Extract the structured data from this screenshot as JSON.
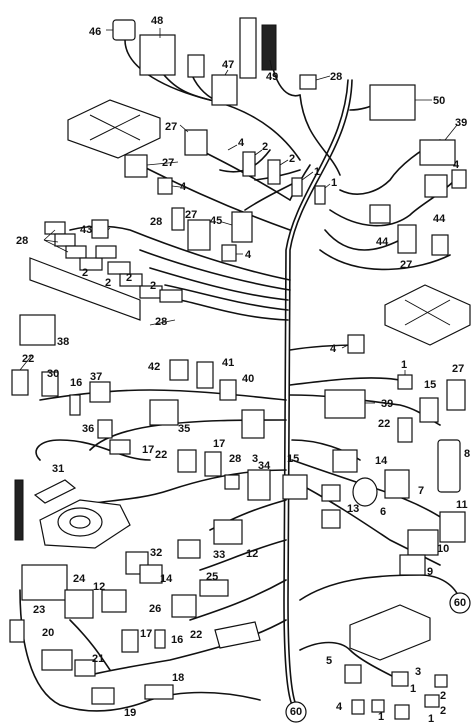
{
  "callouts": {
    "c46": "46",
    "c48": "48",
    "c47": "47",
    "c49": "49",
    "c28a": "28",
    "c50": "50",
    "c27a": "27",
    "c4a": "4",
    "c2a": "2",
    "c2b": "2",
    "c1a": "1",
    "c1b": "1",
    "c39a": "39",
    "c27b": "27",
    "c4b": "4",
    "c4c": "4",
    "c44a": "44",
    "c43": "43",
    "c45": "45",
    "c28b": "28",
    "c27c": "27",
    "c4d": "4",
    "c44b": "44",
    "c27d": "27",
    "c28c": "28",
    "c2c": "2",
    "c2d": "2",
    "c2e": "2",
    "c2f": "2",
    "c38": "38",
    "c28d": "28",
    "c4e": "4",
    "c1c": "1",
    "c22a": "22",
    "c30": "30",
    "c16a": "16",
    "c37": "37",
    "c42": "42",
    "c41": "41",
    "c40": "40",
    "c15a": "15",
    "c27e": "27",
    "c39b": "39",
    "c36": "36",
    "c35": "35",
    "c17a": "17",
    "c22b": "22",
    "c8": "8",
    "c22c": "22",
    "c17b": "17",
    "c28e": "28",
    "c3a": "3",
    "c34": "34",
    "c15b": "15",
    "c14a": "14",
    "c31": "31",
    "c13": "13",
    "c7": "7",
    "c11": "11",
    "c6": "6",
    "c10": "10",
    "c32": "32",
    "c33": "33",
    "c12a": "12",
    "c9": "9",
    "c24": "24",
    "c12b": "12",
    "c14b": "14",
    "c25": "25",
    "c23": "23",
    "c26": "26",
    "c17c": "17",
    "c16b": "16",
    "c22d": "22",
    "c20": "20",
    "c21": "21",
    "c18": "18",
    "c19": "19",
    "c5": "5",
    "c3b": "3",
    "c1d": "1",
    "c2g": "2",
    "c4f": "4",
    "c1e": "1",
    "c2h": "2",
    "c1f": "1"
  },
  "rings": {
    "r60a": "60",
    "r60b": "60"
  }
}
